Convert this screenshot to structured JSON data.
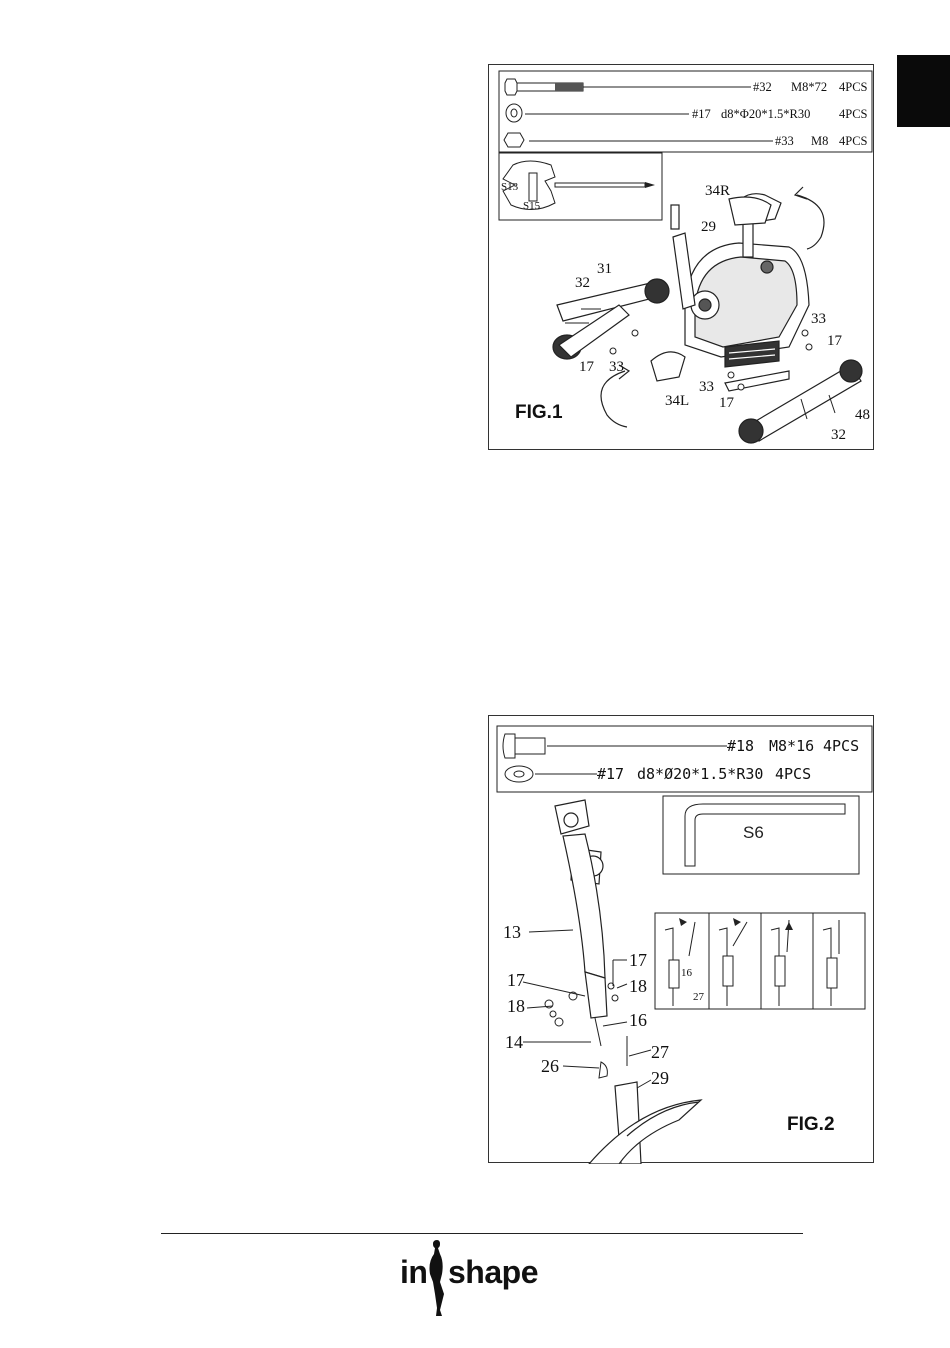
{
  "fig1": {
    "label": "FIG.1",
    "parts": [
      {
        "code": "#32",
        "spec": "M8*72",
        "qty": "4PCS"
      },
      {
        "code": "#17",
        "spec": "d8*Φ20*1.5*R30",
        "qty": "4PCS"
      },
      {
        "code": "#33",
        "spec": "M8",
        "qty": "4PCS"
      }
    ],
    "tool": {
      "size_a": "S13",
      "size_b": "S15"
    },
    "callouts": {
      "c34r": "34R",
      "c29": "29",
      "c31": "31",
      "c32a": "32",
      "c33a": "33",
      "c17a": "17",
      "c17b": "17",
      "c33b": "33",
      "c34l": "34L",
      "c33c": "33",
      "c17c": "17",
      "c48": "48",
      "c32b": "32"
    }
  },
  "fig2": {
    "label": "FIG.2",
    "parts": [
      {
        "code": "#18",
        "spec": "M8*16",
        "qty": "4PCS"
      },
      {
        "code": "#17",
        "spec": "d8*Ø20*1.5*R30",
        "qty": "4PCS"
      }
    ],
    "tool": {
      "size": "S6"
    },
    "callouts": {
      "c13": "13",
      "c17a": "17",
      "c17b": "17",
      "c18a": "18",
      "c18b": "18",
      "c16": "16",
      "c14": "14",
      "c27": "27",
      "c26": "26",
      "c29": "29"
    },
    "inset": {
      "c16": "16",
      "c27": "27"
    }
  },
  "footer": {
    "logo_in": "in",
    "logo_shape": "shape"
  },
  "colors": {
    "tab": "#0a0a0a",
    "ink": "#111111"
  }
}
